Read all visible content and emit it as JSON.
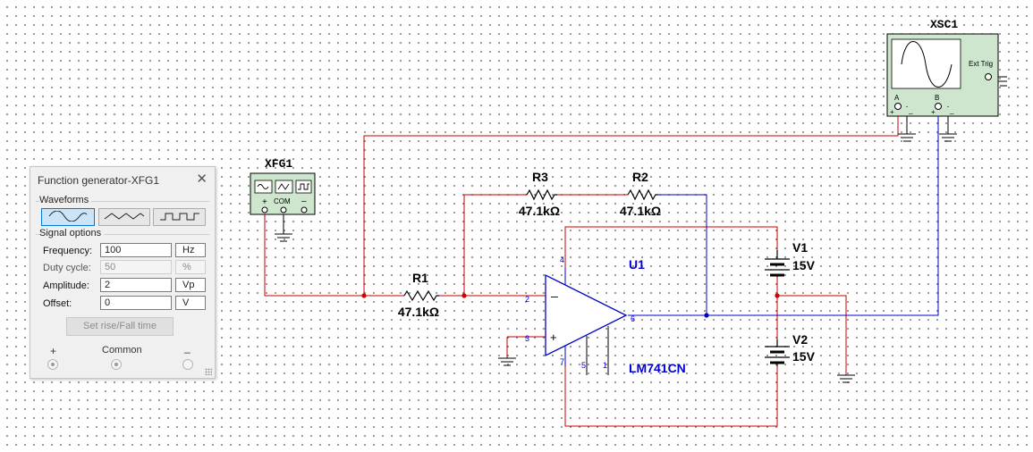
{
  "schematic": {
    "function_generator": {
      "refdes": "XFG1",
      "terminal_plus": "+",
      "terminal_com": "COM",
      "terminal_minus": "–"
    },
    "oscilloscope": {
      "refdes": "XSC1",
      "channel_a": "A",
      "channel_b": "B",
      "ext_trig": "Ext Trig",
      "plus": "+",
      "minus": "_"
    },
    "resistors": [
      {
        "refdes": "R1",
        "value": "47.1kΩ"
      },
      {
        "refdes": "R3",
        "value": "47.1kΩ"
      },
      {
        "refdes": "R2",
        "value": "47.1kΩ"
      }
    ],
    "opamp": {
      "refdes": "U1",
      "model": "LM741CN",
      "pin_inv": "2",
      "pin_noninv": "3",
      "pin_out": "6",
      "pin_vpos": "4",
      "pin_vneg": "7",
      "pin_5": "5",
      "pin_1": "1"
    },
    "batteries": [
      {
        "refdes": "V1",
        "value": "15V"
      },
      {
        "refdes": "V2",
        "value": "15V"
      }
    ],
    "colors": {
      "wire_red": "#cc0000",
      "wire_blue": "#0000cc",
      "label_blue": "#0000cc",
      "instrument_green": "#cde6cd"
    }
  },
  "function_generator_panel": {
    "title": "Function generator-XFG1",
    "close_icon": "close-icon",
    "waveforms_label": "Waveforms",
    "waveforms": [
      {
        "icon": "sine-wave-icon",
        "selected": true
      },
      {
        "icon": "triangle-wave-icon",
        "selected": false
      },
      {
        "icon": "square-wave-icon",
        "selected": false
      }
    ],
    "signal_options_label": "Signal options",
    "fields": [
      {
        "label": "Frequency:",
        "value": "100",
        "unit": "Hz",
        "enabled": true
      },
      {
        "label": "Duty cycle:",
        "value": "50",
        "unit": "%",
        "enabled": false
      },
      {
        "label": "Amplitude:",
        "value": "2",
        "unit": "Vp",
        "enabled": true
      },
      {
        "label": "Offset:",
        "value": "0",
        "unit": "V",
        "enabled": true
      }
    ],
    "rise_fall_button": "Set rise/Fall time",
    "terminals": {
      "plus": "+",
      "common": "Common",
      "minus": "_"
    }
  }
}
